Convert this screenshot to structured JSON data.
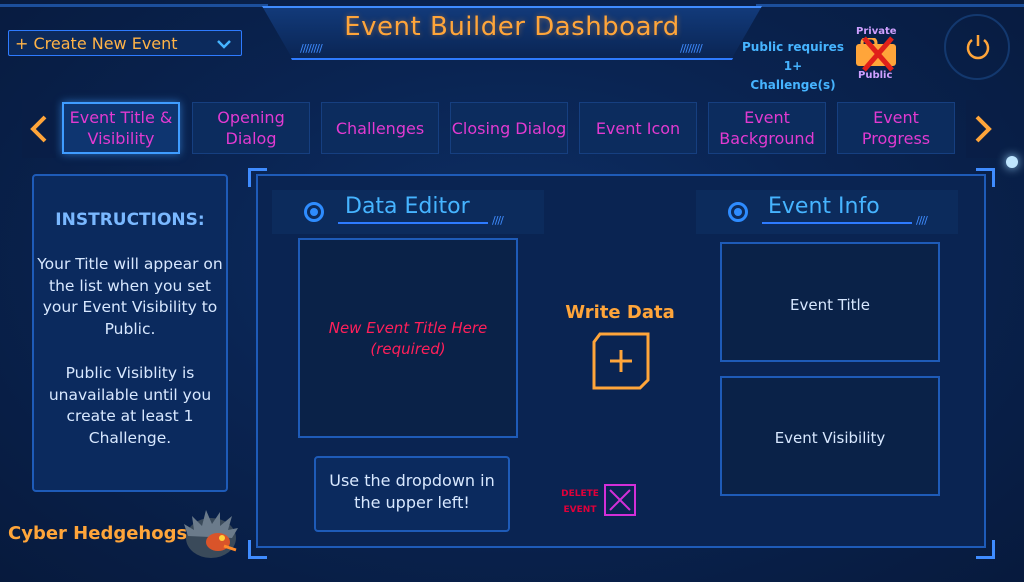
{
  "header": {
    "title": "Event Builder Dashboard",
    "dropdown_label": "+ Create New Event",
    "public_note_line1": "Public requires 1+",
    "public_note_line2": "Challenge(s)",
    "visibility_private": "Private",
    "visibility_public": "Public"
  },
  "tabs": [
    {
      "label": "Event Title & Visibility",
      "active": true
    },
    {
      "label": "Opening Dialog"
    },
    {
      "label": "Challenges"
    },
    {
      "label": "Closing Dialog"
    },
    {
      "label": "Event Icon"
    },
    {
      "label": "Event Background"
    },
    {
      "label": "Event Progress"
    }
  ],
  "instructions": {
    "title": "INSTRUCTIONS:",
    "paragraph1": "Your Title will appear on the list when you set your Event Visibility to Public.",
    "paragraph2": "Public Visiblity is unavailable until you create at least 1 Challenge."
  },
  "data_editor": {
    "heading": "Data Editor",
    "placeholder_line1": "New Event Title Here",
    "placeholder_line2": "(required)",
    "write_label": "Write Data",
    "hint": "Use the dropdown in the upper left!"
  },
  "event_info": {
    "heading": "Event Info",
    "title_label": "Event Title",
    "visibility_label": "Event Visibility"
  },
  "delete": {
    "line1": "DELETE",
    "line2": "EVENT"
  },
  "team": {
    "name": "Cyber Hedgehogs"
  },
  "colors": {
    "accent_orange": "#ffa53a",
    "tab_text": "#e23ad1",
    "border_blue": "#1e5bb8",
    "heading_blue": "#46b4ff",
    "placeholder_red": "#ff1f5a"
  }
}
